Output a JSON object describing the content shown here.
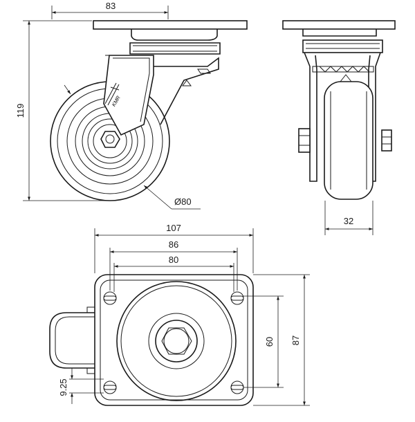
{
  "drawing": {
    "side_view": {
      "plate_width": "83",
      "total_height": "119",
      "wheel_diameter": "Ø80"
    },
    "front_view": {
      "wheel_width": "32"
    },
    "top_view": {
      "plate_length": "107",
      "plate_width": "87",
      "hole_spacing_outer_long": "86",
      "hole_spacing_inner_long": "80",
      "hole_spacing_short": "60",
      "slot_offset": "9.25"
    }
  },
  "colors": {
    "line": "#1a1a1a",
    "background": "#ffffff"
  }
}
